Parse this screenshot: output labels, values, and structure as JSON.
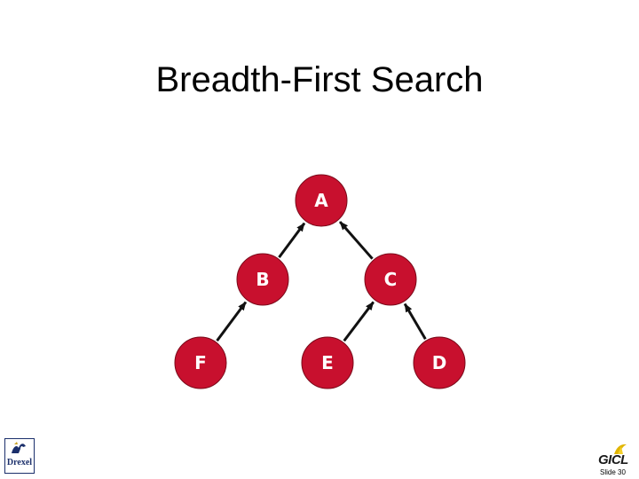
{
  "slide": {
    "title": "Breadth-First Search",
    "slide_number": "Slide 30"
  },
  "diagram": {
    "node_color": "#c8102e",
    "nodes": [
      {
        "id": "A",
        "label": "A"
      },
      {
        "id": "B",
        "label": "B"
      },
      {
        "id": "C",
        "label": "C"
      },
      {
        "id": "F",
        "label": "F"
      },
      {
        "id": "E",
        "label": "E"
      },
      {
        "id": "D",
        "label": "D"
      }
    ],
    "edges": [
      {
        "from": "B",
        "to": "A"
      },
      {
        "from": "C",
        "to": "A"
      },
      {
        "from": "F",
        "to": "B"
      },
      {
        "from": "E",
        "to": "C"
      },
      {
        "from": "D",
        "to": "C"
      }
    ]
  },
  "logos": {
    "left": {
      "text": "Drexel",
      "icon": "dragon-icon"
    },
    "right": {
      "text": "GICL",
      "icon": "gicl-logo-icon"
    }
  }
}
